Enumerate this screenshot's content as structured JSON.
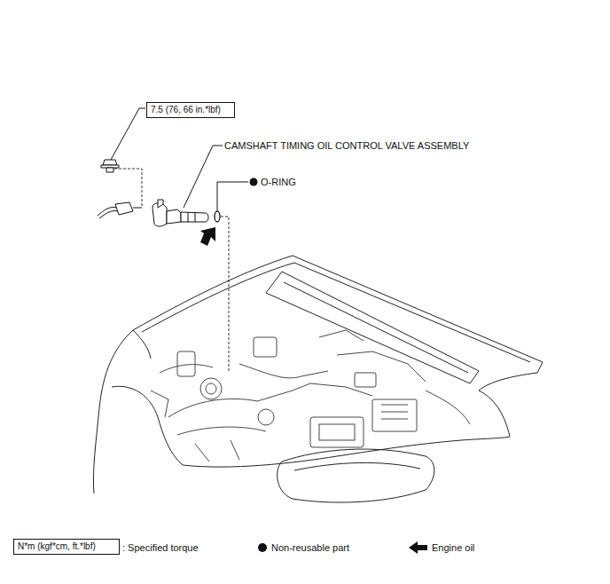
{
  "diagram": {
    "nodes": [
      {
        "text": [
          "7.5 (76, 66 in.*lbf)"
        ]
      },
      {
        "text": [
          "N*m (kgf*cm, ft.*lbf)"
        ]
      }
    ],
    "labels": [
      "CAMSHAFT TIMING OIL CONTROL VALVE ASSEMBLY",
      "O-RING"
    ],
    "legend": [
      {
        "text": ": Specified torque"
      },
      {
        "text": "Non-reusable part"
      },
      {
        "text": "Engine oil"
      }
    ]
  }
}
